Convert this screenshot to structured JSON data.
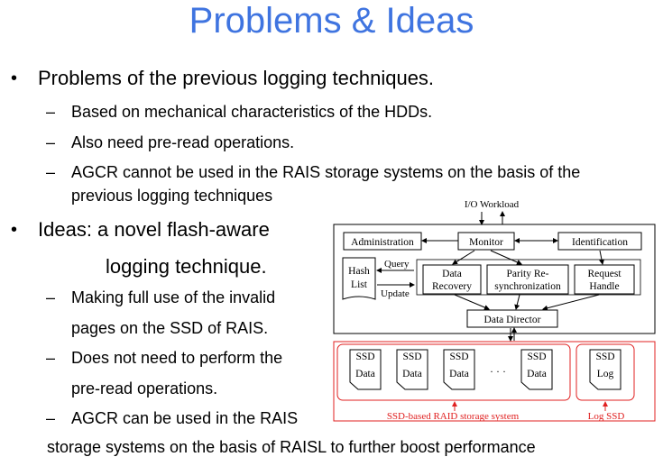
{
  "title": "Problems & Ideas",
  "problems": {
    "heading": "Problems of the previous logging techniques.",
    "items": [
      "Based on mechanical characteristics of the HDDs.",
      "Also need pre-read operations.",
      "AGCR cannot be used in the RAIS storage systems on the basis of the",
      "previous logging techniques"
    ]
  },
  "ideas": {
    "heading_line1": "Ideas: a novel flash-aware",
    "heading_line2": "logging technique.",
    "items": [
      "Making full use of the invalid",
      "pages on the SSD of RAIS.",
      "Does not need to perform the",
      "pre-read operations.",
      "AGCR can be used in the RAIS"
    ],
    "tail": "storage systems on the basis of RAISL to further boost performance"
  },
  "diagram": {
    "io_workload": "I/O Workload",
    "administration": "Administration",
    "monitor": "Monitor",
    "identification": "Identification",
    "hash_list_1": "Hash",
    "hash_list_2": "List",
    "query": "Query",
    "update": "Update",
    "data_recovery_1": "Data",
    "data_recovery_2": "Recovery",
    "parity_1": "Parity Re-",
    "parity_2": "synchronization",
    "request_1": "Request",
    "request_2": "Handle",
    "data_director": "Data Director",
    "ssd": "SSD",
    "data": "Data",
    "log": "Log",
    "ellipsis": "· · ·",
    "raid_label": "SSD-based RAID storage system",
    "log_ssd_label": "Log SSD",
    "accent_red": "#e02020"
  }
}
